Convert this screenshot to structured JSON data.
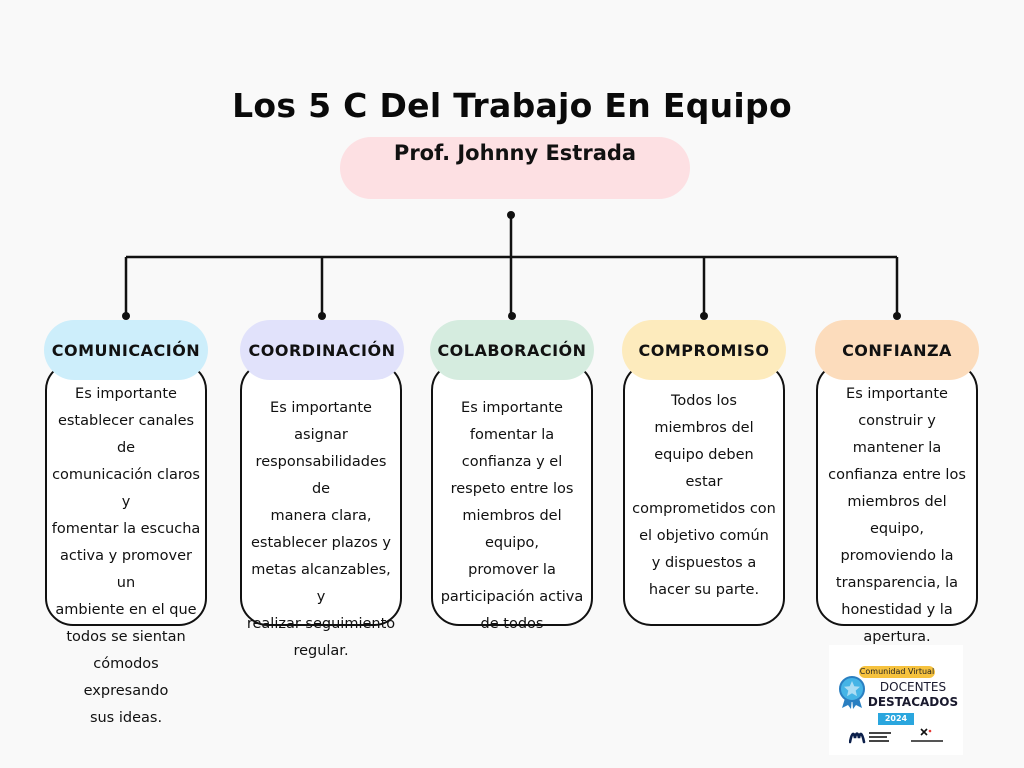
{
  "title": "Los 5 C Del Trabajo En Equipo",
  "author": "Prof. Johnny Estrada",
  "colors": {
    "author_pill": "#fde0e3",
    "comunicacion": "#cdeefb",
    "coordinacion": "#e1e2fb",
    "colaboracion": "#d5ecdf",
    "compromiso": "#fdebbd",
    "confianza": "#fcdcbc",
    "card_border": "#111111"
  },
  "pillars": [
    {
      "heading": "COMUNICACIÓN",
      "text": "Es importante\nestablecer canales de\ncomunicación claros y\nfomentar la escucha\nactiva y promover un\nambiente en el que\ntodos se sientan\ncómodos expresando\nsus ideas."
    },
    {
      "heading": "COORDINACIÓN",
      "text": "Es importante\nasignar\nresponsabilidades de\nmanera clara,\nestablecer plazos y\nmetas alcanzables, y\nrealizar seguimiento\nregular."
    },
    {
      "heading": "COLABORACIÓN",
      "text": "Es importante\nfomentar la\nconfianza y el\nrespeto entre los\nmiembros del equipo,\npromover la\nparticipación activa\nde todos"
    },
    {
      "heading": "COMPROMISO",
      "text": "Todos los\nmiembros del\nequipo deben\nestar\ncomprometidos con\nel objetivo común\ny dispuestos a\nhacer su parte."
    },
    {
      "heading": "CONFIANZA",
      "text": "Es importante\nconstruir y\nmantener la\nconfianza entre los\nmiembros del equipo,\npromoviendo la\ntransparencia, la\nhonestidad y la\napertura."
    }
  ],
  "logo": {
    "tag": "Comunidad Virtual",
    "line1": "DOCENTES",
    "line2": "DESTACADOS",
    "year": "2024",
    "icon": "star-medal-icon"
  }
}
